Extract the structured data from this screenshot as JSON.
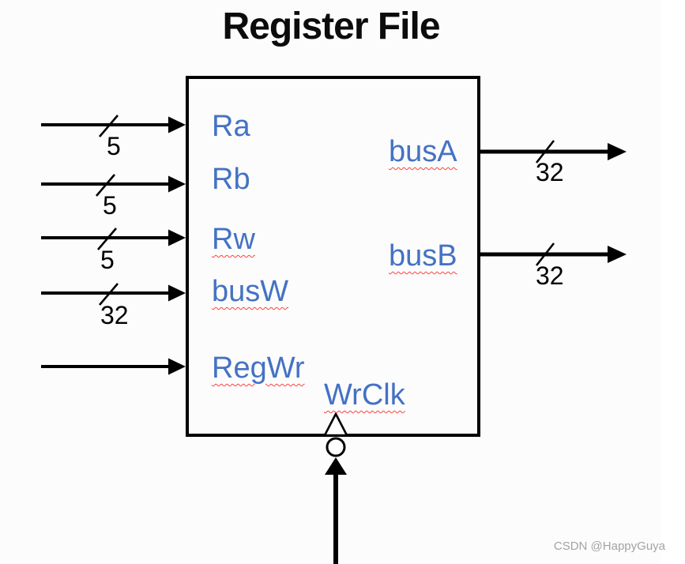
{
  "title": "Register File",
  "ports": {
    "left": [
      {
        "label": "Ra",
        "width": "5",
        "squiggle": false
      },
      {
        "label": "Rb",
        "width": "5",
        "squiggle": false
      },
      {
        "label": "Rw",
        "width": "5",
        "squiggle": true
      },
      {
        "label": "busW",
        "width": "32",
        "squiggle": true
      },
      {
        "label": "RegWr",
        "width": "",
        "squiggle": true
      }
    ],
    "right": [
      {
        "label": "busA",
        "width": "32",
        "squiggle": true
      },
      {
        "label": "busB",
        "width": "32",
        "squiggle": true
      }
    ],
    "clock": {
      "label": "WrClk",
      "squiggle": true
    }
  },
  "colors": {
    "label-blue": "#4472c4",
    "squiggle-red": "#ff4040",
    "line-black": "#000000",
    "watermark-gray": "#a3a3a6",
    "title-black": "#0c0c0c"
  },
  "watermark": "CSDN @HappyGuya"
}
